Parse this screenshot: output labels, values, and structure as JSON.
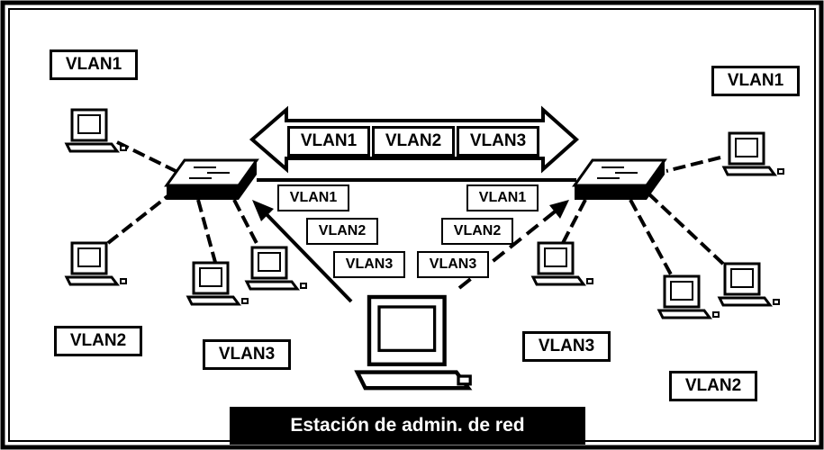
{
  "trunk_labels": [
    "VLAN1",
    "VLAN2",
    "VLAN3"
  ],
  "left_arrow_labels": [
    "VLAN1",
    "VLAN2",
    "VLAN3"
  ],
  "right_arrow_labels": [
    "VLAN1",
    "VLAN2",
    "VLAN3"
  ],
  "areas": {
    "top_left": "VLAN1",
    "top_right": "VLAN1",
    "bottom_left_vlan2": "VLAN2",
    "bottom_left_vlan3": "VLAN3",
    "bottom_right_vlan3": "VLAN3",
    "bottom_right_vlan2": "VLAN2"
  },
  "admin_station_label": "Estación de admin. de red"
}
